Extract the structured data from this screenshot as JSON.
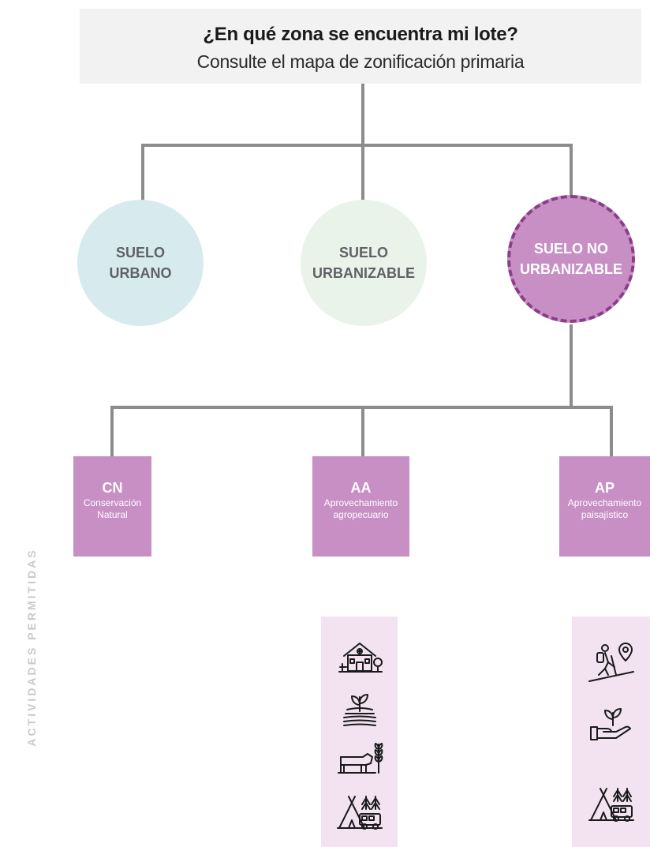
{
  "header": {
    "title": "¿En qué zona se encuentra mi lote?",
    "subtitle": "Consulte el mapa de zonificación primaria"
  },
  "soil_types": [
    {
      "label": "SUELO\nURBANO",
      "color": "#d7ebef",
      "selected": false
    },
    {
      "label": "SUELO\nURBANIZABLE",
      "color": "#eaf3ea",
      "selected": false
    },
    {
      "label": "SUELO NO\nURBANIZABLE",
      "color": "#c88fc5",
      "selected": true
    }
  ],
  "zones": [
    {
      "code": "CN",
      "label": "Conservación\nNatural"
    },
    {
      "code": "AA",
      "label": "Aprovechamiento\nagropecuario"
    },
    {
      "code": "AP",
      "label": "Aprovechamiento\npaisajístico"
    }
  ],
  "side_label": "ACTIVIDADES PERMITIDAS",
  "activities": {
    "AA": [
      "farmhouse-icon",
      "crop-field-icon",
      "livestock-icon",
      "camping-icon"
    ],
    "AP": [
      "hiking-icon",
      "plant-care-icon",
      "camping-icon"
    ]
  },
  "colors": {
    "connector": "#8c8c8c",
    "zone_fill": "#c88fc5",
    "selected_border": "#8a3d89",
    "activities_bg": "#f3e3f1",
    "header_bg": "#f2f2f2"
  }
}
